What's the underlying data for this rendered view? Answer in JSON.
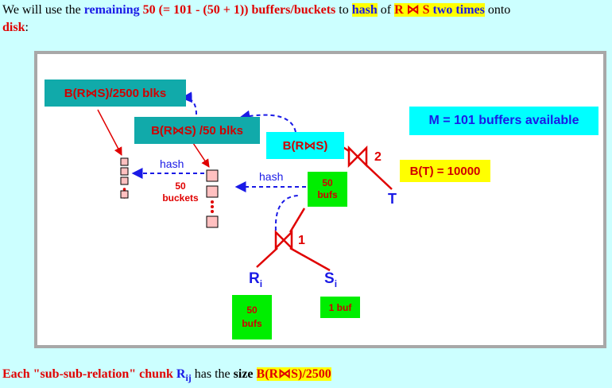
{
  "intro": {
    "t1": "We will use the ",
    "t2": "remaining",
    "t3": " 50 (= 101 - (50 + 1)) buffers/buckets",
    "t4": " to ",
    "t5": "hash",
    "t6": " of ",
    "t7": "R ⋈ S",
    "t8": "two times",
    "t9": " onto ",
    "t10": "disk",
    "t11": ":"
  },
  "diagram": {
    "label_top": "B(R⋈S)/2500 blks",
    "label_mid": "B(R⋈S) /50 blks",
    "label_rs": "B(R⋈S)",
    "buffers_label": "M = 101 buffers  available",
    "bt_label": "B(T) = 10000",
    "join2_num": "2",
    "join1_num": "1",
    "t_label": "T",
    "ri_label": "R",
    "ri_sub": "i",
    "si_label": "S",
    "si_sub": "i",
    "hash_left": "hash",
    "hash_right": "hash",
    "buckets_label_1": "50",
    "buckets_label_2": "buckets",
    "bufs50_top_1": "50",
    "bufs50_top_2": "bufs",
    "bufs50_bottom_1": "50",
    "bufs50_bottom_2": "bufs",
    "buf1_label": "1  buf"
  },
  "footer": {
    "f1": "Each \"sub-sub-relation\" chunk ",
    "f2": "R",
    "f3": "ij",
    "f4": " has the ",
    "f5": "size",
    "f6": "B(R⋈S)/2500"
  },
  "colors": {
    "background": "#ccffff",
    "teal": "#11aaaa",
    "cyan": "#00ffff",
    "green": "#00ee00",
    "yellow": "#ffff00",
    "red": "#e00000",
    "blue": "#1a1ae6"
  }
}
